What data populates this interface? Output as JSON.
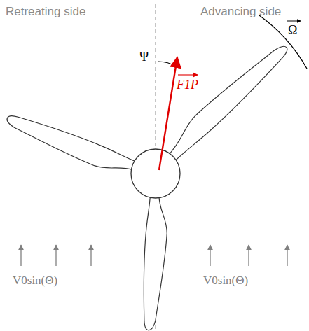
{
  "diagram": {
    "labels": [
      "Retreating side",
      "Advancing side",
      "Ψ",
      "F1P",
      "Ω",
      "V0sin(Θ)",
      "V0sin(Θ)"
    ]
  }
}
